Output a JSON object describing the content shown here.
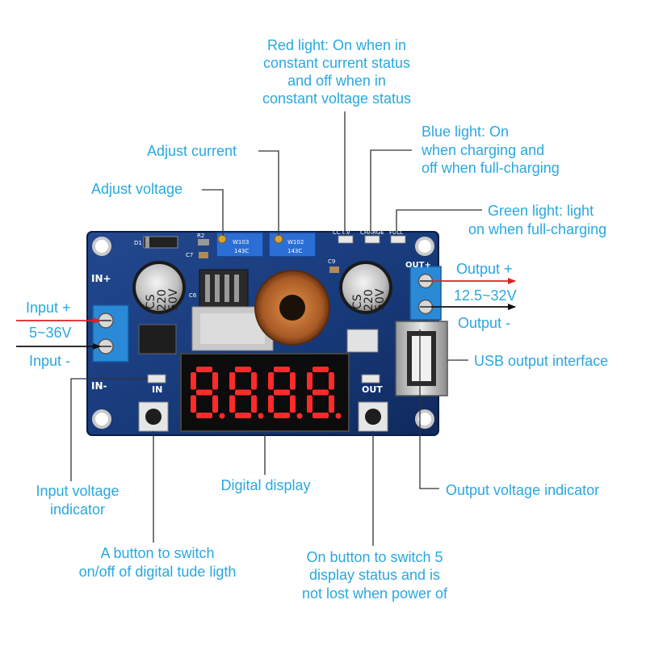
{
  "annotations": {
    "red_light": [
      "Red light: On when in",
      "constant current status",
      "and off when in",
      "constant voltage status"
    ],
    "blue_light": [
      "Blue light: On",
      "when charging and",
      "off when full-charging"
    ],
    "green_light": [
      "Green light: light",
      "on when full-charging"
    ],
    "adjust_current": "Adjust current",
    "adjust_voltage": "Adjust voltage",
    "input_plus": "Input +",
    "input_range": "5~36V",
    "input_minus": "Input -",
    "output_plus": "Output +",
    "output_range": "12.5~32V",
    "output_minus": "Output -",
    "usb": "USB output interface",
    "input_indicator": [
      "Input voltage",
      "indicator"
    ],
    "digital_display": "Digital display",
    "output_indicator": "Output voltage indicator",
    "switch_button": [
      "A button to switch",
      "on/off of digital tude ligth"
    ],
    "on_button": [
      "On button to switch 5",
      "display status and is",
      "not lost when power of"
    ]
  },
  "board": {
    "silkscreen": {
      "in_plus": "IN+",
      "in_minus": "IN-",
      "out_plus": "OUT+",
      "in": "IN",
      "out": "OUT",
      "d1": "D1",
      "r2": "R2",
      "c7": "C7",
      "c6": "C6",
      "c9": "C9",
      "cc_cv": "CC CV",
      "charge": "CHARGE",
      "full": "FULL"
    },
    "pot_left": [
      "W103",
      "143C"
    ],
    "pot_right": [
      "W102",
      "143C"
    ],
    "cap_text": [
      "CS",
      "220",
      "50V"
    ],
    "display_digits": "8.8.8.8"
  },
  "colors": {
    "label": "#29a8e0",
    "board": "#1a3a78",
    "input_plus_arrow": "#e02020",
    "input_minus_arrow": "#111111",
    "output_plus_arrow": "#e02020",
    "output_minus_arrow": "#111111",
    "segment_on": "#ff2a2a"
  }
}
